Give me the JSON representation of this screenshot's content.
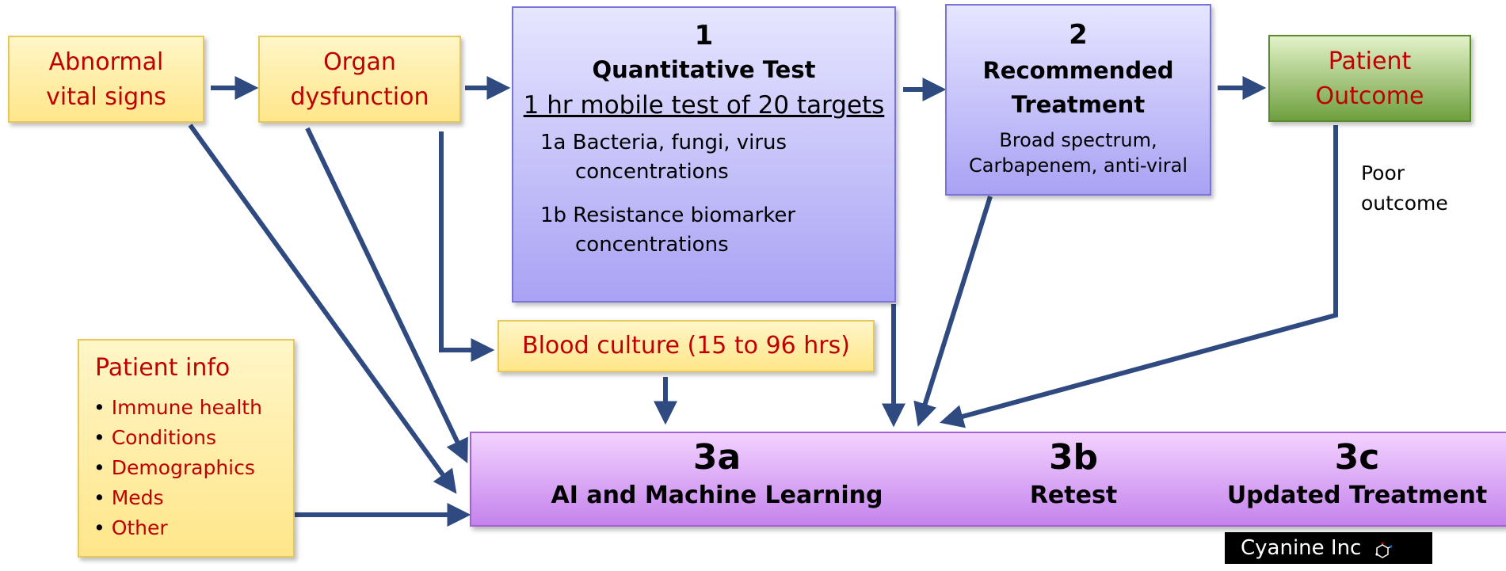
{
  "boxes": {
    "abnormal": {
      "line1": "Abnormal",
      "line2": "vital signs"
    },
    "organ": {
      "line1": "Organ",
      "line2": "dysfunction"
    },
    "test": {
      "number": "1",
      "title": "Quantitative Test",
      "subtitle": "1 hr mobile test of 20 targets",
      "item1a_line1": "1a  Bacteria, fungi, virus",
      "item1a_line2": "concentrations",
      "item1b_line1": "1b Resistance biomarker",
      "item1b_line2": "concentrations"
    },
    "treatment": {
      "number": "2",
      "title_line1": "Recommended",
      "title_line2": "Treatment",
      "detail_line1": "Broad spectrum,",
      "detail_line2": "Carbapenem, anti-viral"
    },
    "outcome": {
      "line1": "Patient",
      "line2": "Outcome"
    },
    "poor_outcome": {
      "line1": "Poor",
      "line2": "outcome"
    },
    "blood_culture": {
      "label": "Blood culture  (15 to 96 hrs)"
    },
    "patient_info": {
      "title": "Patient info",
      "items": [
        "Immune health",
        "Conditions",
        "Demographics",
        "Meds",
        "Other"
      ]
    },
    "step3a": {
      "number": "3a",
      "label": "AI and Machine Learning"
    },
    "step3b": {
      "number": "3b",
      "label": "Retest"
    },
    "step3c": {
      "number": "3c",
      "label": "Updated Treatment"
    }
  },
  "logo": {
    "text": "Cyanine Inc"
  },
  "colors": {
    "arrow": "#2f4a80",
    "red_text": "#c00000",
    "yellow_box": "#ffe68a",
    "purple_box": "#a9a2f4",
    "green_box": "#6e9f3e",
    "violet_box": "#c483ec"
  }
}
